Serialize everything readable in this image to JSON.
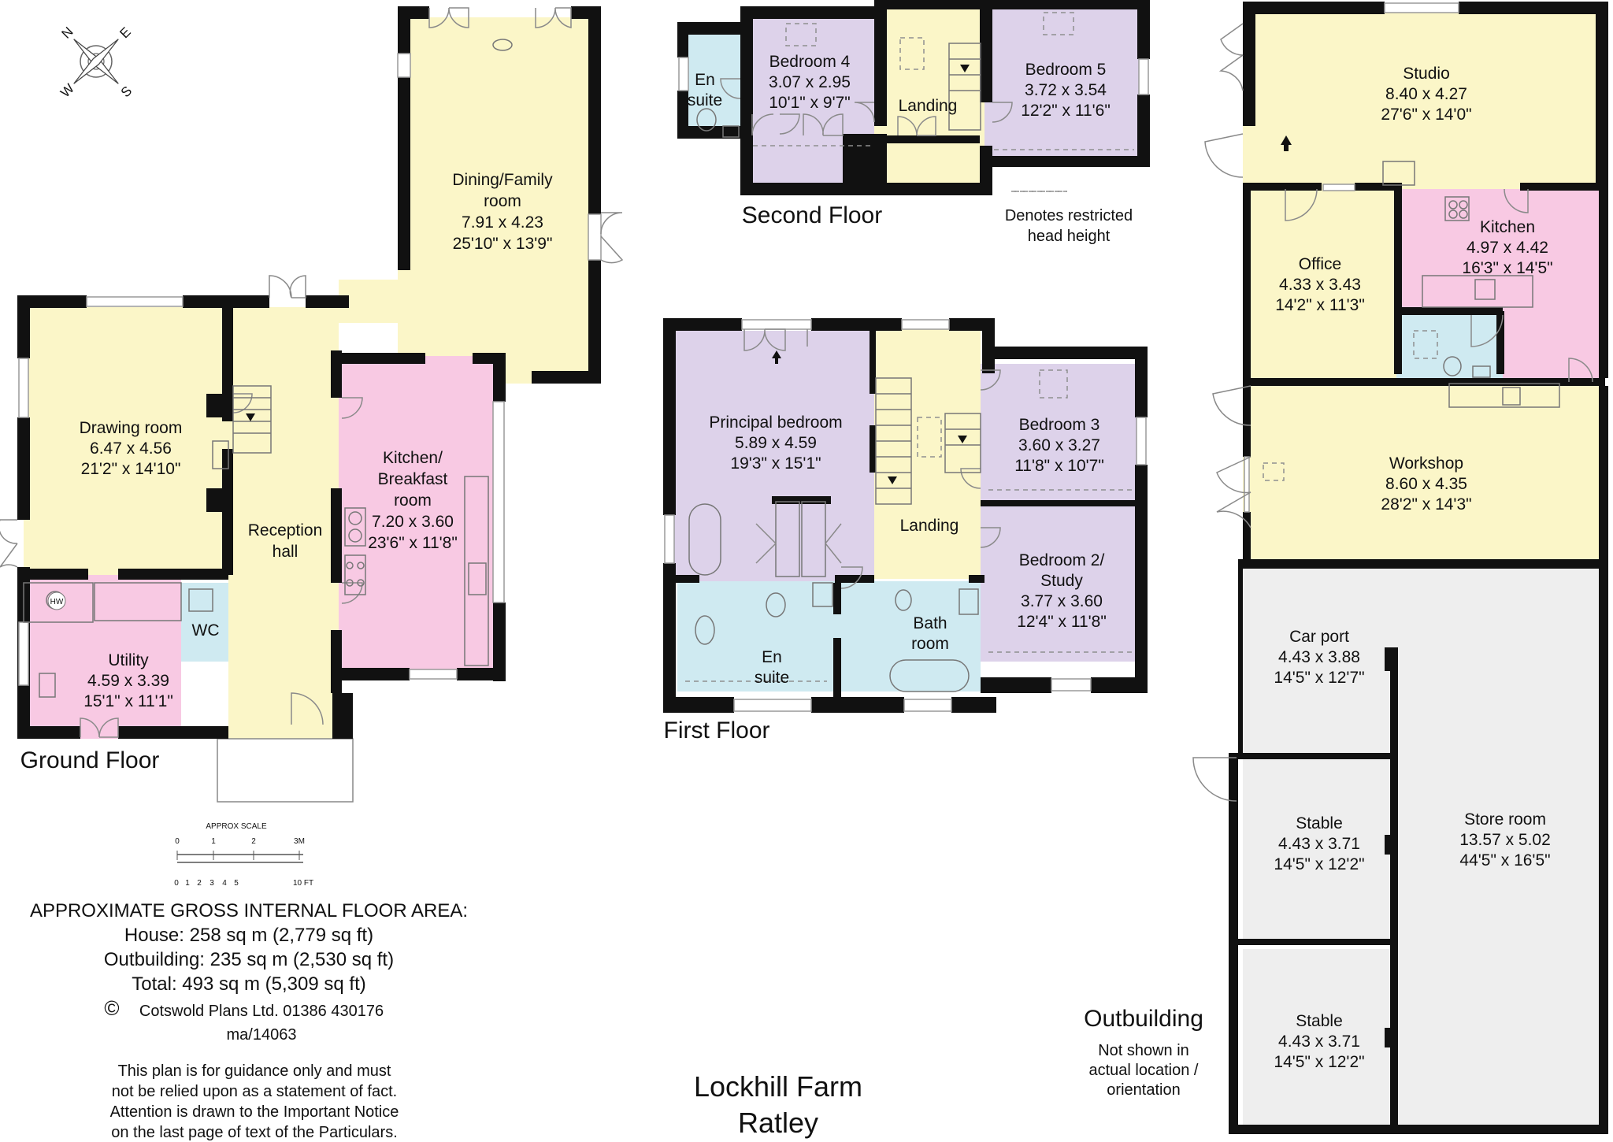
{
  "colors": {
    "yellow": "#fbf6c8",
    "purple": "#ddd2ea",
    "pink": "#f8c9e3",
    "blue": "#cfeaf1",
    "grey": "#eeeeee",
    "wall": "#111111"
  },
  "floors": {
    "ground": "Ground Floor",
    "first": "First Floor",
    "second": "Second Floor",
    "outbuilding": "Outbuilding",
    "outbuilding_note": [
      "Not shown in",
      "actual location /",
      "orientation"
    ]
  },
  "rooms": {
    "dining": [
      "Dining/Family",
      "room",
      "7.91 x 4.23",
      "25'10\" x 13'9\""
    ],
    "drawing": [
      "Drawing room",
      "6.47 x 4.56",
      "21'2\" x 14'10\""
    ],
    "reception": [
      "Reception",
      "hall"
    ],
    "kitchen_breakfast": [
      "Kitchen/",
      "Breakfast",
      "room",
      "7.20 x 3.60",
      "23'6\" x 11'8\""
    ],
    "utility": [
      "Utility",
      "4.59 x 3.39",
      "15'1\" x 11'1\""
    ],
    "wc": [
      "WC"
    ],
    "hw": [
      "HW"
    ],
    "bedroom4": [
      "Bedroom 4",
      "3.07 x 2.95",
      "10'1\" x 9'7\""
    ],
    "ensuite2": [
      "En",
      "suite"
    ],
    "landing2": [
      "Landing"
    ],
    "bedroom5": [
      "Bedroom 5",
      "3.72 x 3.54",
      "12'2\" x 11'6\""
    ],
    "principal": [
      "Principal bedroom",
      "5.89 x 4.59",
      "19'3\" x 15'1\""
    ],
    "landing1": [
      "Landing"
    ],
    "bedroom3": [
      "Bedroom 3",
      "3.60 x 3.27",
      "11'8\" x 10'7\""
    ],
    "bedroom2": [
      "Bedroom 2/",
      "Study",
      "3.77 x 3.60",
      "12'4\" x 11'8\""
    ],
    "ensuite1": [
      "En",
      "suite"
    ],
    "bathroom": [
      "Bath",
      "room"
    ],
    "studio": [
      "Studio",
      "8.40 x 4.27",
      "27'6\" x 14'0\""
    ],
    "office": [
      "Office",
      "4.33 x 3.43",
      "14'2\" x 11'3\""
    ],
    "kitchen_out": [
      "Kitchen",
      "4.97 x 4.42",
      "16'3\" x 14'5\""
    ],
    "workshop": [
      "Workshop",
      "8.60 x 4.35",
      "28'2\" x 14'3\""
    ],
    "carport": [
      "Car port",
      "4.43 x 3.88",
      "14'5\" x 12'7\""
    ],
    "stable1": [
      "Stable",
      "4.43 x 3.71",
      "14'5\" x 12'2\""
    ],
    "stable2": [
      "Stable",
      "4.43 x 3.71",
      "14'5\" x 12'2\""
    ],
    "store": [
      "Store room",
      "13.57 x 5.02",
      "44'5\" x 16'5\""
    ]
  },
  "compass": [
    "E",
    "S",
    "N",
    "W"
  ],
  "restricted_note": [
    "Denotes restricted",
    "head height"
  ],
  "scale": {
    "title": "APPROX SCALE",
    "metres": [
      "0",
      "1",
      "2",
      "3M"
    ],
    "feet": [
      "0",
      "1",
      "2",
      "3",
      "4",
      "5",
      "10 FT"
    ]
  },
  "area": {
    "heading": "APPROXIMATE GROSS INTERNAL FLOOR AREA:",
    "house": "House: 258 sq m (2,779 sq ft)",
    "outbuilding": "Outbuilding: 235 sq m (2,530 sq ft)",
    "total": "Total: 493 sq m (5,309 sq ft)"
  },
  "copyright": {
    "symbol": "©",
    "line": "Cotswold Plans Ltd. 01386 430176",
    "ref": "ma/14063"
  },
  "disclaimer": [
    "This plan is for guidance only and must",
    "not be relied upon as a statement of fact.",
    "Attention is drawn to the Important Notice",
    "on the last page of text of the Particulars."
  ],
  "property": {
    "name": "Lockhill Farm",
    "place": "Ratley"
  }
}
